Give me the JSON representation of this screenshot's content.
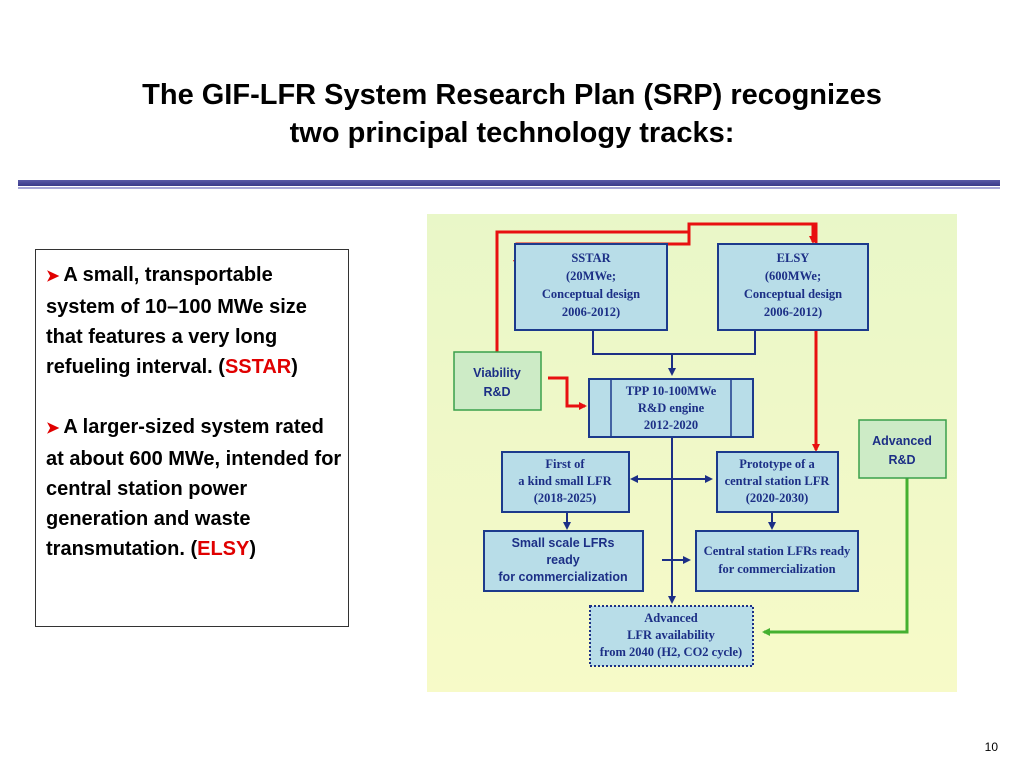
{
  "title": {
    "line1": "The GIF-LFR System Research Plan (SRP) recognizes",
    "line2": "two principal technology tracks:"
  },
  "bullets": [
    {
      "icon": "arrow-bullet-icon",
      "text": "A small, transportable system of 10–100 MWe size  that features a very  long refueling interval. (",
      "highlight": "SSTAR",
      "suffix": ")"
    },
    {
      "icon": "arrow-bullet-icon",
      "text": "A larger-sized system rated at about 600 MWe, intended for central station power generation and waste transmutation. (",
      "highlight": "ELSY",
      "suffix": ")"
    }
  ],
  "diagram": {
    "sstar": [
      "SSTAR",
      "(20MWe;",
      "Conceptual design",
      "2006-2012)"
    ],
    "elsy": [
      "ELSY",
      "(600MWe;",
      "Conceptual design",
      "2006-2012)"
    ],
    "viability": [
      "Viability",
      "R&D"
    ],
    "tpp": [
      "TPP 10-100MWe",
      "R&D engine",
      "2012-2020"
    ],
    "advanced_rd": [
      "Advanced",
      "R&D"
    ],
    "first": [
      "First of",
      "a kind small LFR",
      "(2018-2025)"
    ],
    "prototype": [
      "Prototype of a",
      "central station LFR",
      "(2020-2030)"
    ],
    "small_scale": [
      "Small scale LFRs",
      "ready",
      "for commercialization"
    ],
    "central_station": [
      "Central station LFRs ready",
      "for commercialization"
    ],
    "availability": [
      "Advanced",
      "LFR availability",
      "from 2040 (H2, CO2 cycle)"
    ]
  },
  "colors": {
    "red_arrow": "#e81010",
    "navy_arrow": "#1c2f86",
    "green_arrow": "#44b030",
    "highlight": "#e00000"
  },
  "slide_number": "10"
}
